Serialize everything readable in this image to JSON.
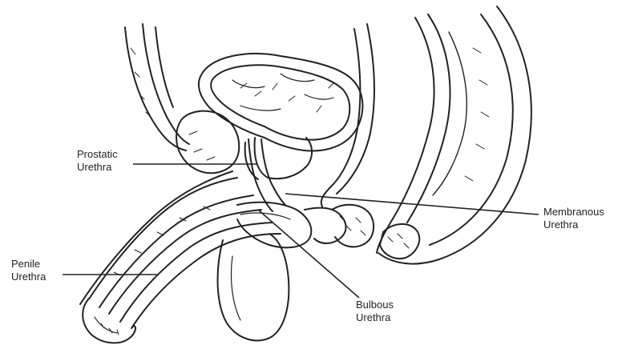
{
  "diagram": {
    "labels": {
      "prostatic": {
        "line1": "Prostatic",
        "line2": "Urethra"
      },
      "membranous": {
        "line1": "Membranous",
        "line2": "Urethra"
      },
      "penile": {
        "line1": "Penile",
        "line2": "Urethra"
      },
      "bulbous": {
        "line1": "Bulbous",
        "line2": "Urethra"
      }
    },
    "colors": {
      "ink": "#222222",
      "background": "#ffffff"
    }
  }
}
